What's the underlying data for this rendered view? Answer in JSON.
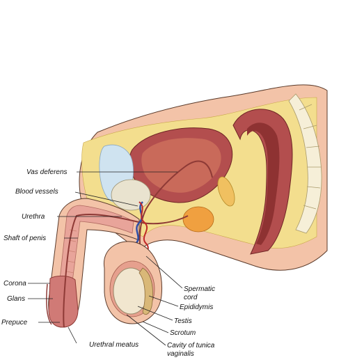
{
  "labels": {
    "vas_deferens": "Vas deferens",
    "blood_vessels": "Blood vessels",
    "urethra": "Urethra",
    "shaft_of_penis": "Shaft of penis",
    "corona": "Corona",
    "glans": "Glans",
    "prepuce": "Prepuce",
    "urethral_meatus": "Urethral meatus",
    "spermatic_cord_line1": "Spermatic",
    "spermatic_cord_line2": "cord",
    "epididymis": "Epididymis",
    "testis": "Testis",
    "scrotum": "Scrotum",
    "cavity_line1": "Cavity of tunica",
    "cavity_line2": "vaginalis"
  },
  "colors": {
    "skin": "#f3c3a8",
    "skin_dark": "#e3a58a",
    "fat": "#f3de8e",
    "muscle": "#b34e4e",
    "muscle_dark": "#8e3232",
    "tissue_pink": "#e8a49a",
    "bladder_inner": "#c96a5a",
    "bone": "#f6efd8",
    "blue_tissue": "#cfe3f0",
    "prostate": "#f0a040",
    "testis": "#f1e6cf",
    "vein": "#2f4fa8",
    "artery": "#c02828"
  }
}
